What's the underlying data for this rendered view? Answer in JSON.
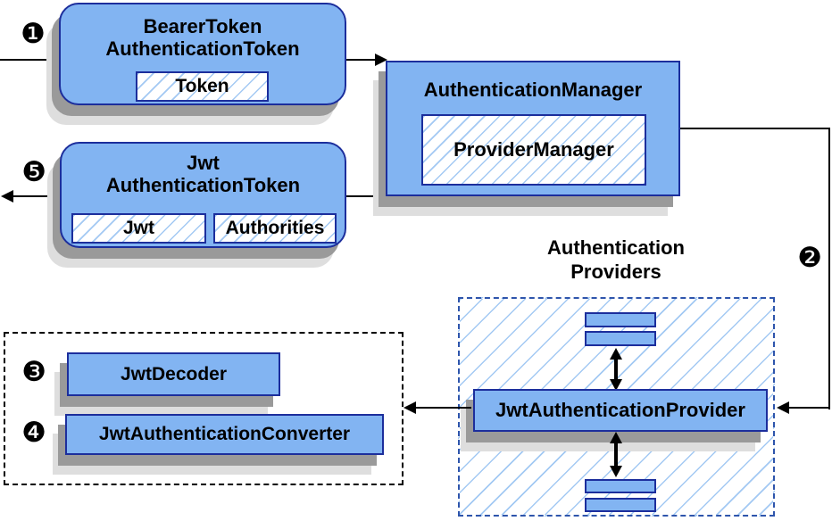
{
  "badges": {
    "step1": "❶",
    "step2": "❷",
    "step3": "❸",
    "step4": "❹",
    "step5": "❺"
  },
  "bearer_token_box": {
    "title_line1": "BearerToken",
    "title_line2": "AuthenticationToken",
    "token_field": "Token"
  },
  "authentication_manager_box": {
    "title": "AuthenticationManager",
    "provider_manager": "ProviderManager"
  },
  "jwt_token_box": {
    "title_line1": "Jwt",
    "title_line2": "AuthenticationToken",
    "jwt_field": "Jwt",
    "authorities_field": "Authorities"
  },
  "authentication_providers": {
    "label_line1": "Authentication",
    "label_line2": "Providers",
    "provider_box": "JwtAuthenticationProvider"
  },
  "jwt_support_group": {
    "decoder": "JwtDecoder",
    "converter": "JwtAuthenticationConverter"
  },
  "colors": {
    "box_fill": "#82b4f2",
    "box_border": "#1c2e9c",
    "hatch_line": "#a3c9f3",
    "provider_dash": "#2e55ac",
    "group_dash": "#000000",
    "shadow_dark": "#9a9a9a",
    "shadow_light": "#dedede",
    "flow": "#000000"
  }
}
